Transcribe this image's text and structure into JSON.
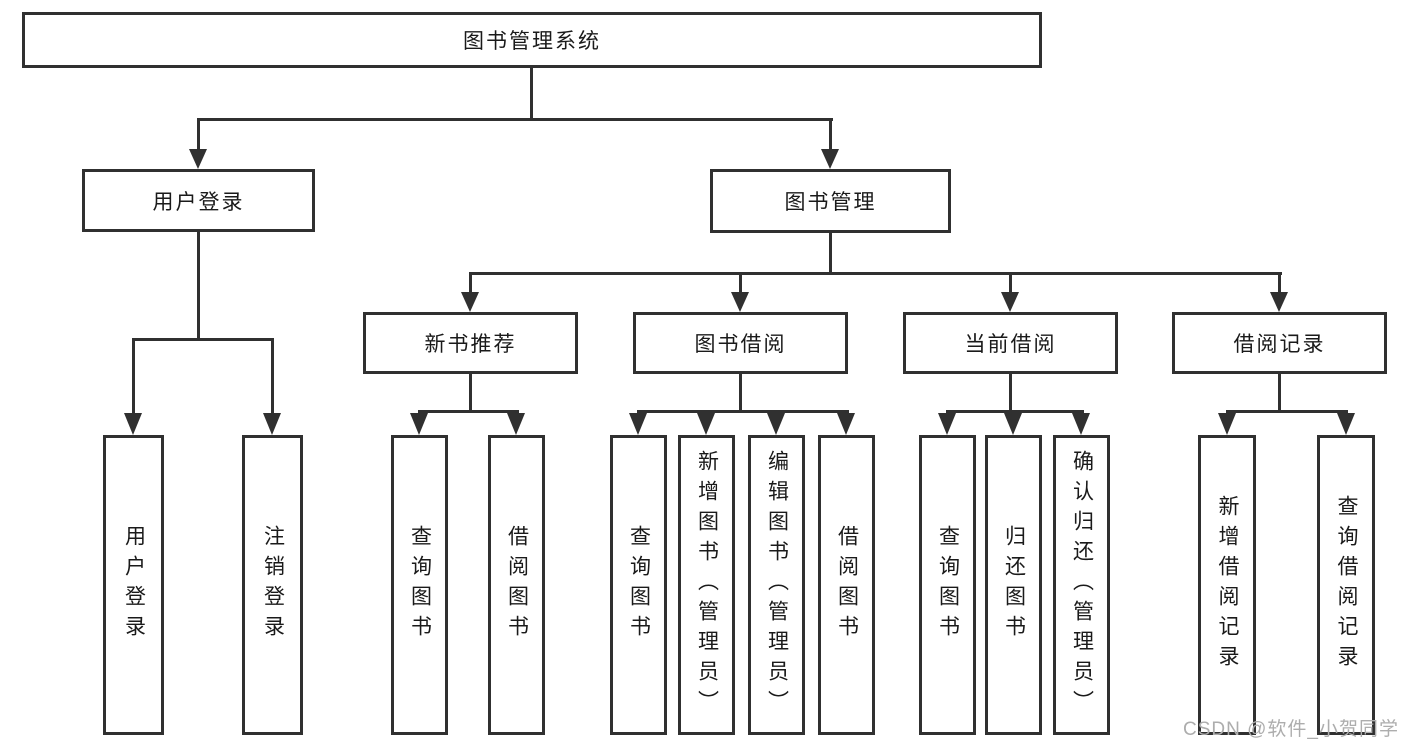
{
  "tree": {
    "root": {
      "label": "图书管理系统",
      "children": [
        {
          "label": "用户登录",
          "children": [
            {
              "label": "用户登录"
            },
            {
              "label": "注销登录"
            }
          ]
        },
        {
          "label": "图书管理",
          "children": [
            {
              "label": "新书推荐",
              "children": [
                {
                  "label": "查询图书"
                },
                {
                  "label": "借阅图书"
                }
              ]
            },
            {
              "label": "图书借阅",
              "children": [
                {
                  "label": "查询图书"
                },
                {
                  "label": "新增图书（管理员）"
                },
                {
                  "label": "编辑图书（管理员）"
                },
                {
                  "label": "借阅图书"
                }
              ]
            },
            {
              "label": "当前借阅",
              "children": [
                {
                  "label": "查询图书"
                },
                {
                  "label": "归还图书"
                },
                {
                  "label": "确认归还（管理员）"
                }
              ]
            },
            {
              "label": "借阅记录",
              "children": [
                {
                  "label": "新增借阅记录"
                },
                {
                  "label": "查询借阅记录"
                }
              ]
            }
          ]
        }
      ]
    }
  },
  "watermark": {
    "text": "CSDN @软件_小贺同学"
  },
  "colors": {
    "line": "#303030",
    "box_border": "#303030",
    "box_fill": "#ffffff",
    "text": "#1a1a1a",
    "watermark": "#adadad",
    "background": "#ffffff"
  }
}
